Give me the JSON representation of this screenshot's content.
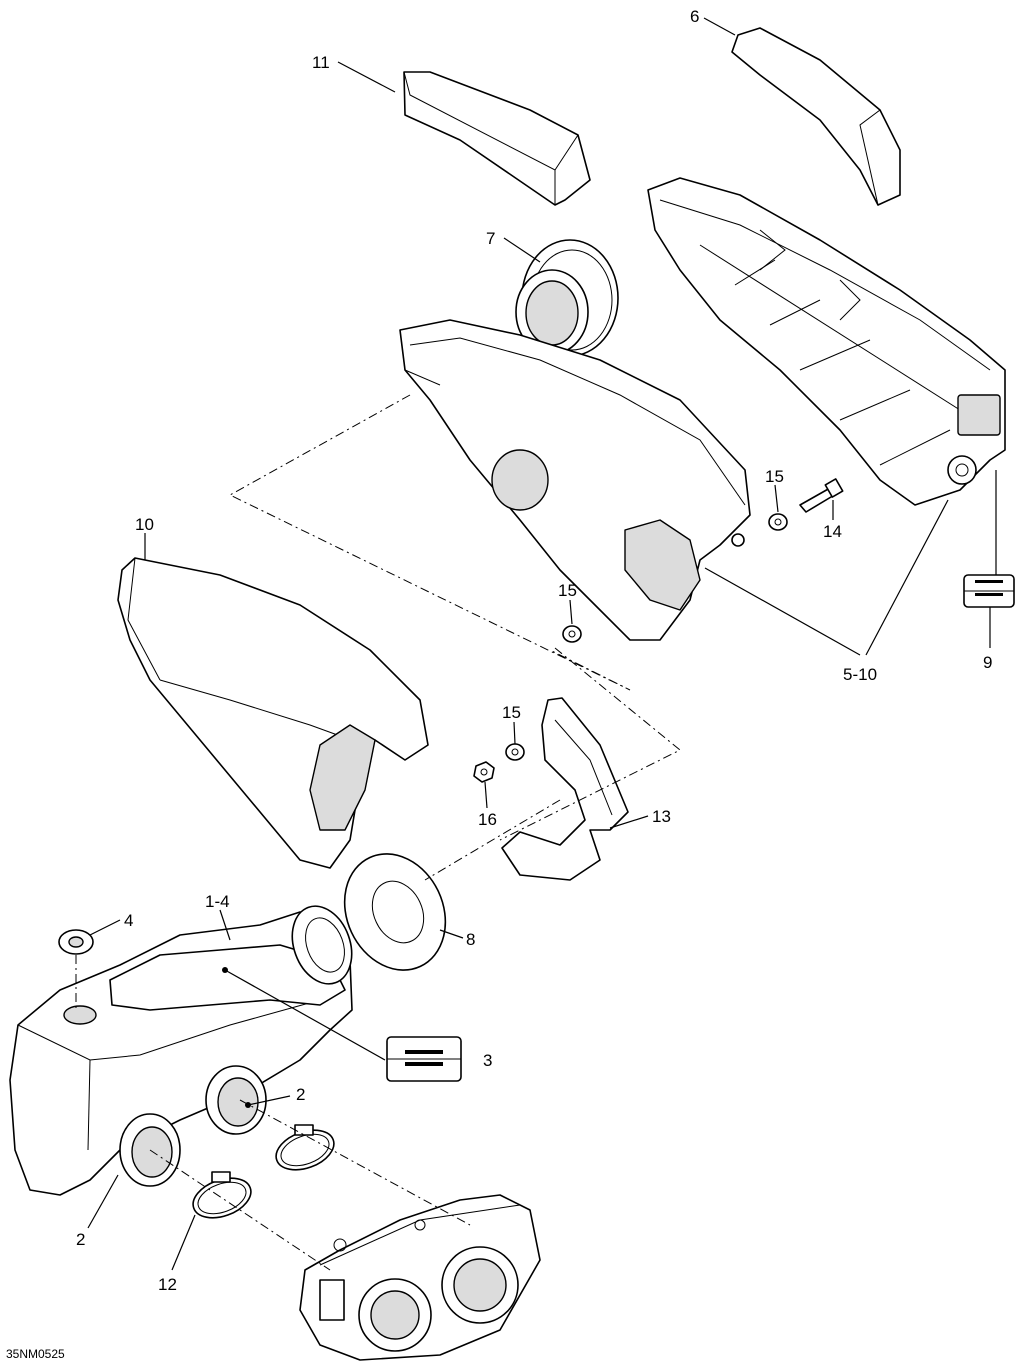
{
  "figure_code": "35NM0525",
  "callouts": {
    "c1_4": "1-4",
    "c2a": "2",
    "c2b": "2",
    "c3": "3",
    "c4": "4",
    "c5_10": "5-10",
    "c6": "6",
    "c7": "7",
    "c8": "8",
    "c9": "9",
    "c10": "10",
    "c11": "11",
    "c12": "12",
    "c13": "13",
    "c14": "14",
    "c15a": "15",
    "c15b": "15",
    "c15c": "15",
    "c16": "16"
  }
}
